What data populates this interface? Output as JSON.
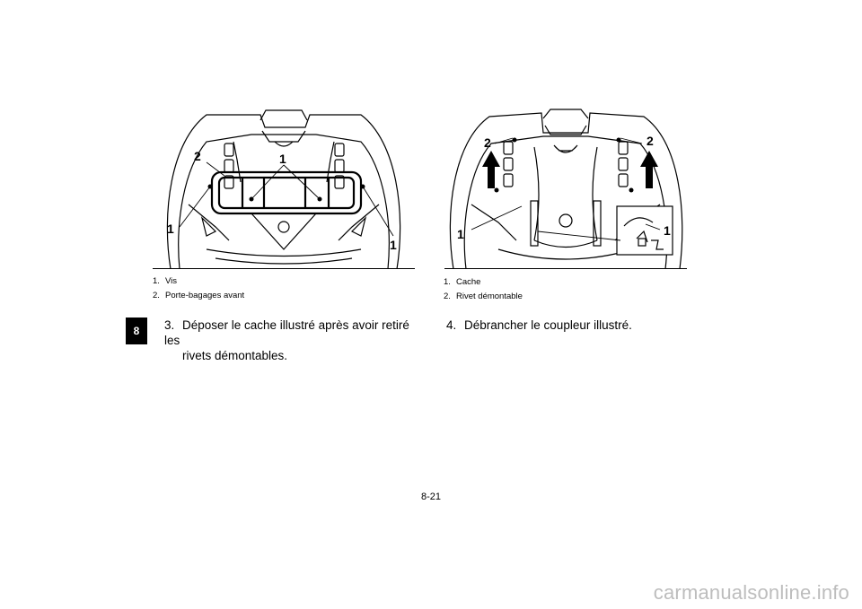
{
  "chapter": {
    "tab": "8"
  },
  "figure_left": {
    "callouts": {
      "screw": "1",
      "rack": "2"
    },
    "caption": [
      {
        "num": "1.",
        "text": "Vis"
      },
      {
        "num": "2.",
        "text": "Porte-bagages avant"
      }
    ]
  },
  "figure_right": {
    "callouts": {
      "cover": "1",
      "rivet": "2"
    },
    "caption": [
      {
        "num": "1.",
        "text": "Cache"
      },
      {
        "num": "2.",
        "text": "Rivet démontable"
      }
    ]
  },
  "steps": {
    "step3": {
      "num": "3.",
      "line1": "Déposer le cache illustré après avoir retiré les",
      "line2": "rivets démontables."
    },
    "step4": {
      "num": "4.",
      "line1": "Débrancher le coupleur illustré."
    }
  },
  "page_number": "8-21",
  "watermark": "carmanualsonline.info"
}
